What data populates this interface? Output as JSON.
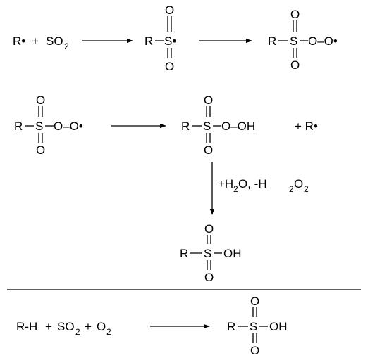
{
  "reaction1": {
    "reactant_r": "R•",
    "plus": "+",
    "reactant_so2": "SO",
    "reactant_so2_sub": "2",
    "sulfonyl_radical": {
      "r": "R",
      "s": "S•",
      "o_top": "O",
      "o_bottom": "O"
    },
    "peroxy_radical": {
      "r": "R",
      "s": "S",
      "o_top": "O",
      "o_bottom": "O",
      "tail": "O–O•"
    }
  },
  "reaction2": {
    "peroxy_radical": {
      "r": "R",
      "s": "S",
      "o_top": "O",
      "o_bottom": "O",
      "tail": "O–O•"
    },
    "peracid": {
      "r": "R",
      "s": "S",
      "o_top": "O",
      "o_bottom": "O",
      "tail": "O–OH"
    },
    "plus_r": "+ R•",
    "condition_h2o": "+H",
    "condition_h2o_sub": "2",
    "condition_h2o_tail": "O, -H",
    "condition_h2o2_sub1": "2",
    "condition_h2o2_o": "O",
    "condition_h2o2_sub2": "2",
    "sulfonic_acid": {
      "r": "R",
      "s": "S",
      "o_top": "O",
      "o_bottom": "O",
      "tail": "OH"
    }
  },
  "overall": {
    "rh": "R-H",
    "plus1": "+",
    "so2": "SO",
    "so2_sub": "2",
    "plus2": "+",
    "o2": "O",
    "o2_sub": "2",
    "product": {
      "r": "R",
      "s": "S",
      "o_top": "O",
      "o_bottom": "O",
      "tail": "OH"
    }
  }
}
